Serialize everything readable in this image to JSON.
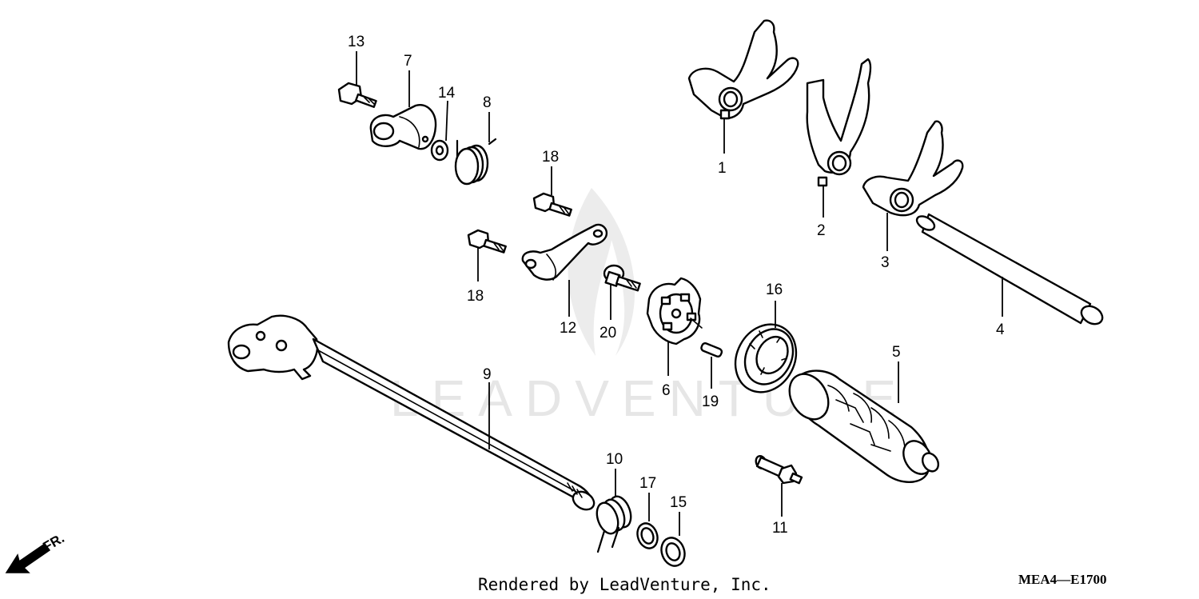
{
  "watermark": {
    "text": "LEADVENTURE"
  },
  "callouts": [
    "1",
    "2",
    "3",
    "4",
    "5",
    "6",
    "7",
    "8",
    "9",
    "10",
    "11",
    "12",
    "13",
    "14",
    "15",
    "16",
    "17",
    "18",
    "18",
    "19",
    "20"
  ],
  "direction": {
    "label": "FR.",
    "icon": "arrow-down-left-icon"
  },
  "footer": {
    "rendered_by": "Rendered by LeadVenture, Inc.",
    "diagram_code": "MEA4—E1700"
  },
  "colors": {
    "line": "#000000",
    "background": "#ffffff",
    "watermark": "#e6e6e6"
  }
}
